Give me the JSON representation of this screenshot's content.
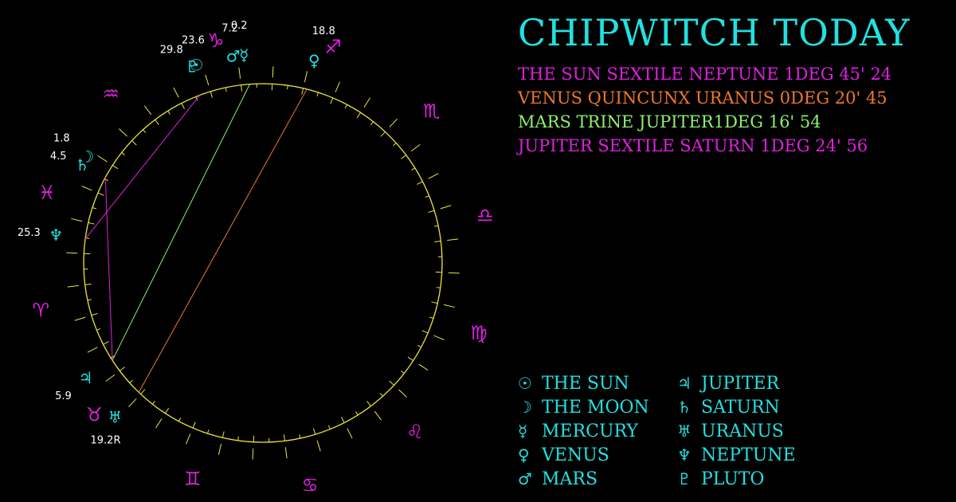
{
  "title": "CHIPWITCH TODAY",
  "colors": {
    "background": "#000000",
    "wheel": "#e8e83a",
    "planet_glyph": "#22e0e0",
    "sign_glyph": "#e020e0",
    "degree_label": "#ffffff",
    "magenta": "#e020e0",
    "orange": "#f07828",
    "green": "#90f070"
  },
  "aspects": [
    {
      "text": "THE SUN SEXTILE NEPTUNE 1DEG 45' 24",
      "color": "#e020e0"
    },
    {
      "text": "VENUS QUINCUNX URANUS 0DEG 20' 45",
      "color": "#f07828"
    },
    {
      "text": "MARS TRINE JUPITER1DEG 16' 54",
      "color": "#90f070"
    },
    {
      "text": "JUPITER SEXTILE SATURN 1DEG 24' 56",
      "color": "#e020e0"
    }
  ],
  "legend": [
    {
      "symbol": "☉",
      "name": "THE SUN",
      "icon": "sun-icon"
    },
    {
      "symbol": "☽",
      "name": "THE MOON",
      "icon": "moon-icon"
    },
    {
      "symbol": "☿",
      "name": "MERCURY",
      "icon": "mercury-icon"
    },
    {
      "symbol": "♀",
      "name": "VENUS",
      "icon": "venus-icon"
    },
    {
      "symbol": "♂",
      "name": "MARS",
      "icon": "mars-icon"
    },
    {
      "symbol": "♃",
      "name": "JUPITER",
      "icon": "jupiter-icon"
    },
    {
      "symbol": "♄",
      "name": "SATURN",
      "icon": "saturn-icon"
    },
    {
      "symbol": "♅",
      "name": "URANUS",
      "icon": "uranus-icon"
    },
    {
      "symbol": "♆",
      "name": "NEPTUNE",
      "icon": "neptune-icon"
    },
    {
      "symbol": "♇",
      "name": "PLUTO",
      "icon": "pluto-icon"
    }
  ],
  "zodiac": [
    {
      "key": "aries",
      "symbol": "♈"
    },
    {
      "key": "taurus",
      "symbol": "♉"
    },
    {
      "key": "gemini",
      "symbol": "♊"
    },
    {
      "key": "cancer",
      "symbol": "♋"
    },
    {
      "key": "leo",
      "symbol": "♌"
    },
    {
      "key": "virgo",
      "symbol": "♍"
    },
    {
      "key": "libra",
      "symbol": "♎"
    },
    {
      "key": "scorpio",
      "symbol": "♏"
    },
    {
      "key": "sagittarius",
      "symbol": "♐"
    },
    {
      "key": "capricorn",
      "symbol": "♑"
    },
    {
      "key": "aquarius",
      "symbol": "♒"
    },
    {
      "key": "pisces",
      "symbol": "♓"
    }
  ],
  "planets": [
    {
      "key": "sun",
      "symbol": "☉",
      "sign": "capricorn",
      "degree": 23.6,
      "label": "23.6"
    },
    {
      "key": "moon",
      "symbol": "☽",
      "sign": "pisces",
      "degree": 1.8,
      "label": "1.8"
    },
    {
      "key": "mercury",
      "symbol": "☿",
      "sign": "capricorn",
      "degree": 0.2,
      "label": "0.2"
    },
    {
      "key": "venus",
      "symbol": "♀",
      "sign": "sagittarius",
      "degree": 18.8,
      "label": "18.8"
    },
    {
      "key": "mars",
      "symbol": "♂",
      "sign": "capricorn",
      "degree": 7.2,
      "label": "7.2"
    },
    {
      "key": "jupiter",
      "symbol": "♃",
      "sign": "taurus",
      "degree": 5.9,
      "label": "5.9"
    },
    {
      "key": "saturn",
      "symbol": "♄",
      "sign": "pisces",
      "degree": 4.5,
      "label": "4.5"
    },
    {
      "key": "uranus",
      "symbol": "♅",
      "sign": "taurus",
      "degree": 19.2,
      "label": "19.2R"
    },
    {
      "key": "neptune",
      "symbol": "♆",
      "sign": "pisces",
      "degree": 25.3,
      "label": "25.3"
    },
    {
      "key": "pluto",
      "symbol": "♇",
      "sign": "capricorn",
      "degree": 29.8,
      "label": "29.8"
    }
  ],
  "aspect_lines": [
    {
      "from": "sun",
      "to": "neptune",
      "color": "#e020e0"
    },
    {
      "from": "venus",
      "to": "uranus",
      "color": "#f07828"
    },
    {
      "from": "mars",
      "to": "jupiter",
      "color": "#90f070"
    },
    {
      "from": "jupiter",
      "to": "saturn",
      "color": "#e020e0"
    }
  ]
}
